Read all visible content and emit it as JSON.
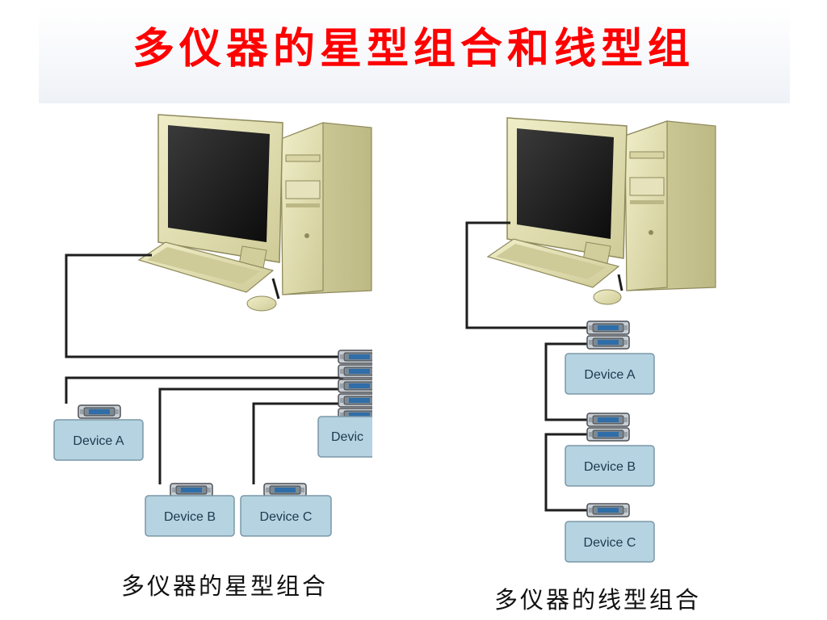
{
  "title": "多仪器的星型组合和线型组",
  "star": {
    "caption": "多仪器的星型组合",
    "devices": [
      "Device A",
      "Device B",
      "Device C",
      "Devic"
    ]
  },
  "line": {
    "caption": "多仪器的线型组合",
    "devices": [
      "Device A",
      "Device B",
      "Device C"
    ]
  },
  "colors": {
    "title": "#ff0000",
    "device_box": "#b5d3e0",
    "device_border": "#7b98a8",
    "computer_beige": "#e3e0b5",
    "cable": "#1e1e1e"
  }
}
